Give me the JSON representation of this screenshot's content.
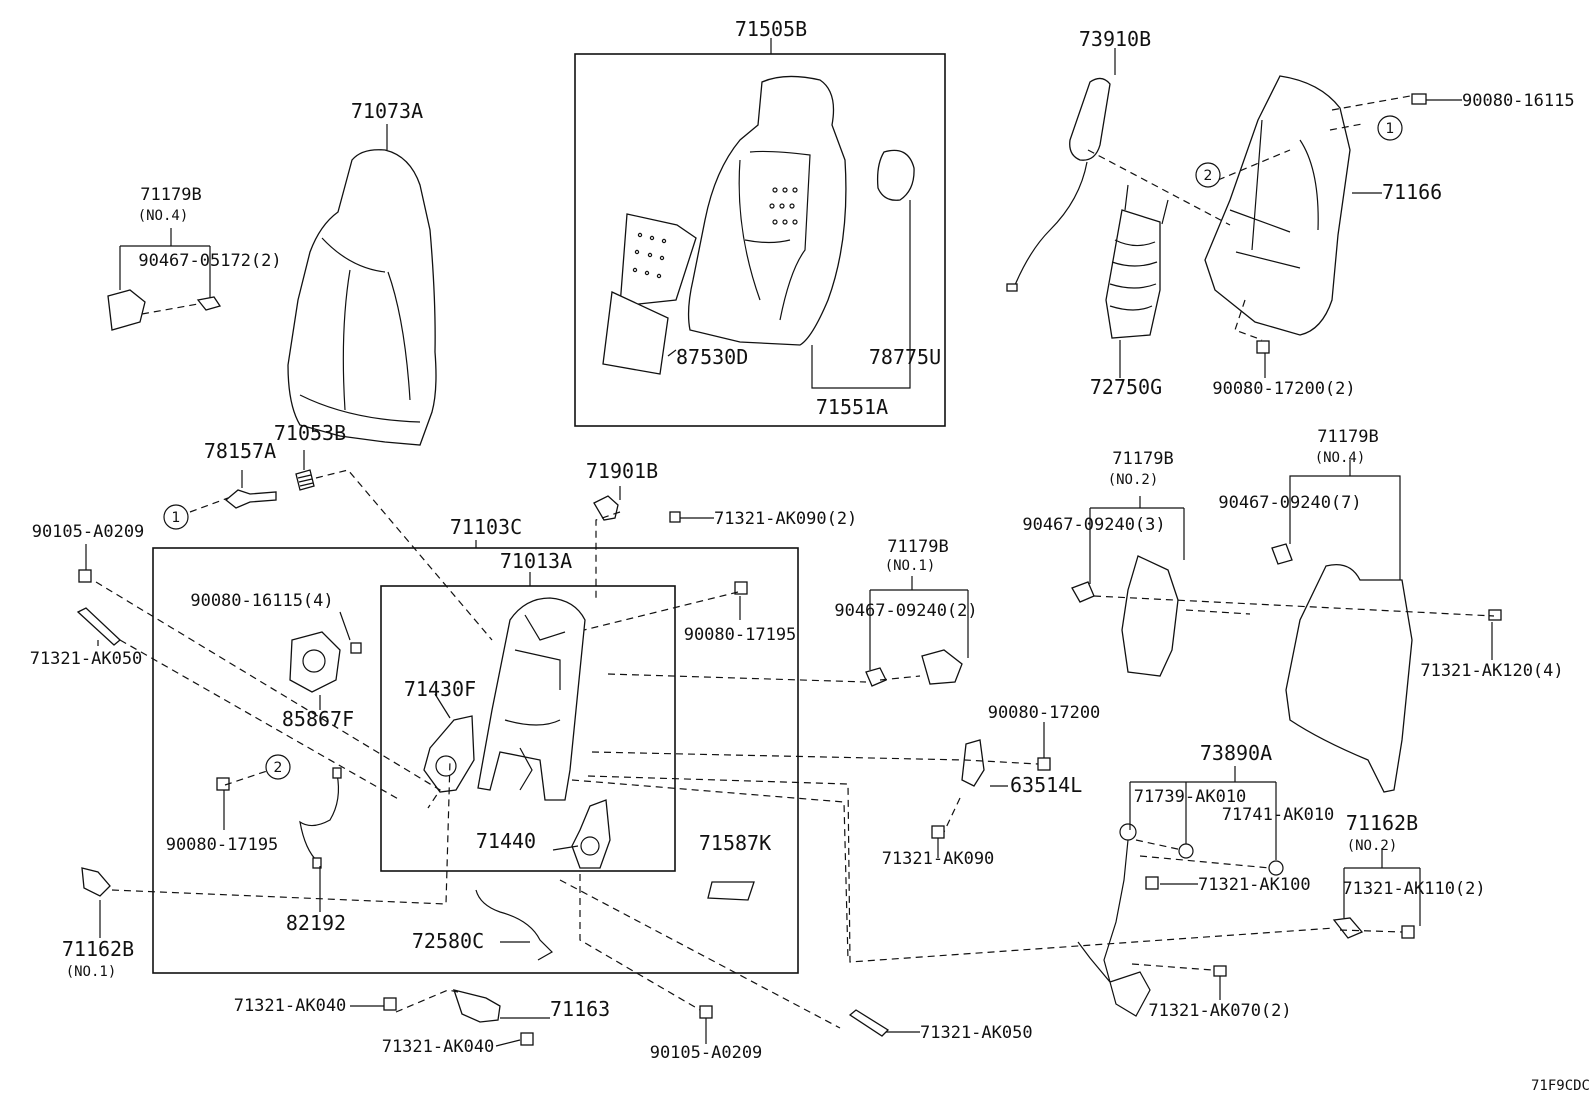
{
  "diagram_id": "71F9CDC",
  "labels": {
    "l71505B": "71505B",
    "l73910B": "73910B",
    "l71073A": "71073A",
    "l71179B_tl": "71179B",
    "l71179B_tl_sub": "(NO.4)",
    "l90467_05172": "90467-05172(2)",
    "l87530D": "87530D",
    "l78775U": "78775U",
    "l71551A": "71551A",
    "l90080_16115_tr": "90080-16115",
    "l71166": "71166",
    "l72750G": "72750G",
    "l90080_17200_2": "90080-17200(2)",
    "l78157A": "78157A",
    "l71053B": "71053B",
    "l71901B": "71901B",
    "l71321_AK090_2": "71321-AK090(2)",
    "l90105_A0209_l": "90105-A0209",
    "l71103C": "71103C",
    "l71013A": "71013A",
    "l90080_16115_4": "90080-16115(4)",
    "l90080_17195_r": "90080-17195",
    "l71321_AK050_l": "71321-AK050",
    "l85867F": "85867F",
    "l71430F": "71430F",
    "l71179B_m": "71179B",
    "l71179B_m_sub": "(NO.1)",
    "l90467_09240_2": "90467-09240(2)",
    "l71179B_r1": "71179B",
    "l71179B_r1_sub": "(NO.2)",
    "l90467_09240_3": "90467-09240(3)",
    "l71179B_r2": "71179B",
    "l71179B_r2_sub": "(NO.4)",
    "l90467_09240_7": "90467-09240(7)",
    "l71321_AK120_4": "71321-AK120(4)",
    "l90080_17200": "90080-17200",
    "l63514L": "63514L",
    "l73890A": "73890A",
    "l71739_AK010": "71739-AK010",
    "l71741_AK010": "71741-AK010",
    "l90080_17195_l": "90080-17195",
    "l71440": "71440",
    "l71587K": "71587K",
    "l71321_AK090": "71321-AK090",
    "l71321_AK100": "71321-AK100",
    "l71162B_r": "71162B",
    "l71162B_r_sub": "(NO.2)",
    "l71321_AK110_2": "71321-AK110(2)",
    "l82192": "82192",
    "l71162B_l": "71162B",
    "l71162B_l_sub": "(NO.1)",
    "l72580C": "72580C",
    "l71321_AK040_a": "71321-AK040",
    "l71163": "71163",
    "l71321_AK040_b": "71321-AK040",
    "l90105_A0209_b": "90105-A0209",
    "l71321_AK050_b": "71321-AK050",
    "l71321_AK070_2": "71321-AK070(2)"
  },
  "callouts": {
    "c1a": "1",
    "c1b": "1",
    "c2a": "2",
    "c2b": "2"
  }
}
